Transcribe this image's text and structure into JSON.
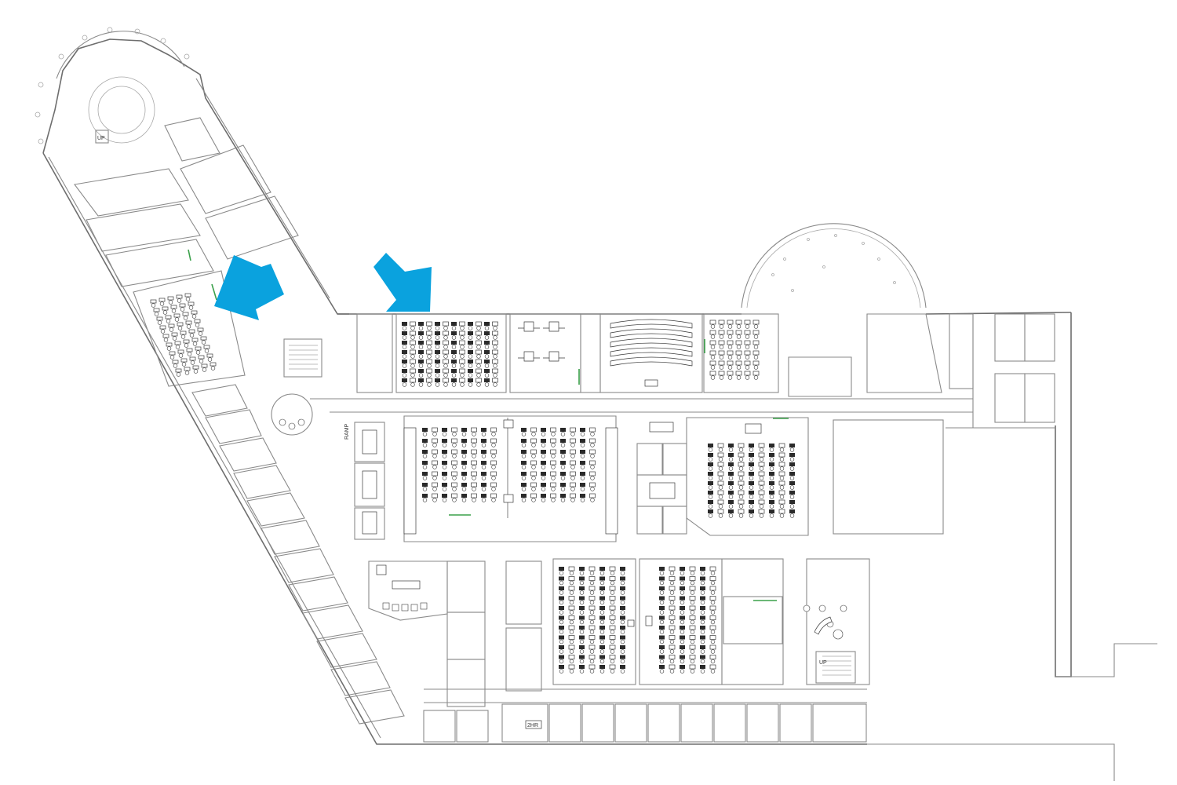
{
  "labels": {
    "stair_up_north": "UP",
    "ramp": "RAMP",
    "stair_up_east": "UP",
    "fire_rating": "2HR"
  },
  "colors": {
    "walls": "#8a8a8a",
    "furniture": "#3a3a3a",
    "highlight_arrow": "#0aa2de",
    "green_marker": "#3aa04a",
    "background": "#ffffff"
  },
  "arrows": [
    {
      "name": "arrow-west-classroom",
      "direction": "down-left"
    },
    {
      "name": "arrow-north-classroom",
      "direction": "down-right"
    }
  ]
}
